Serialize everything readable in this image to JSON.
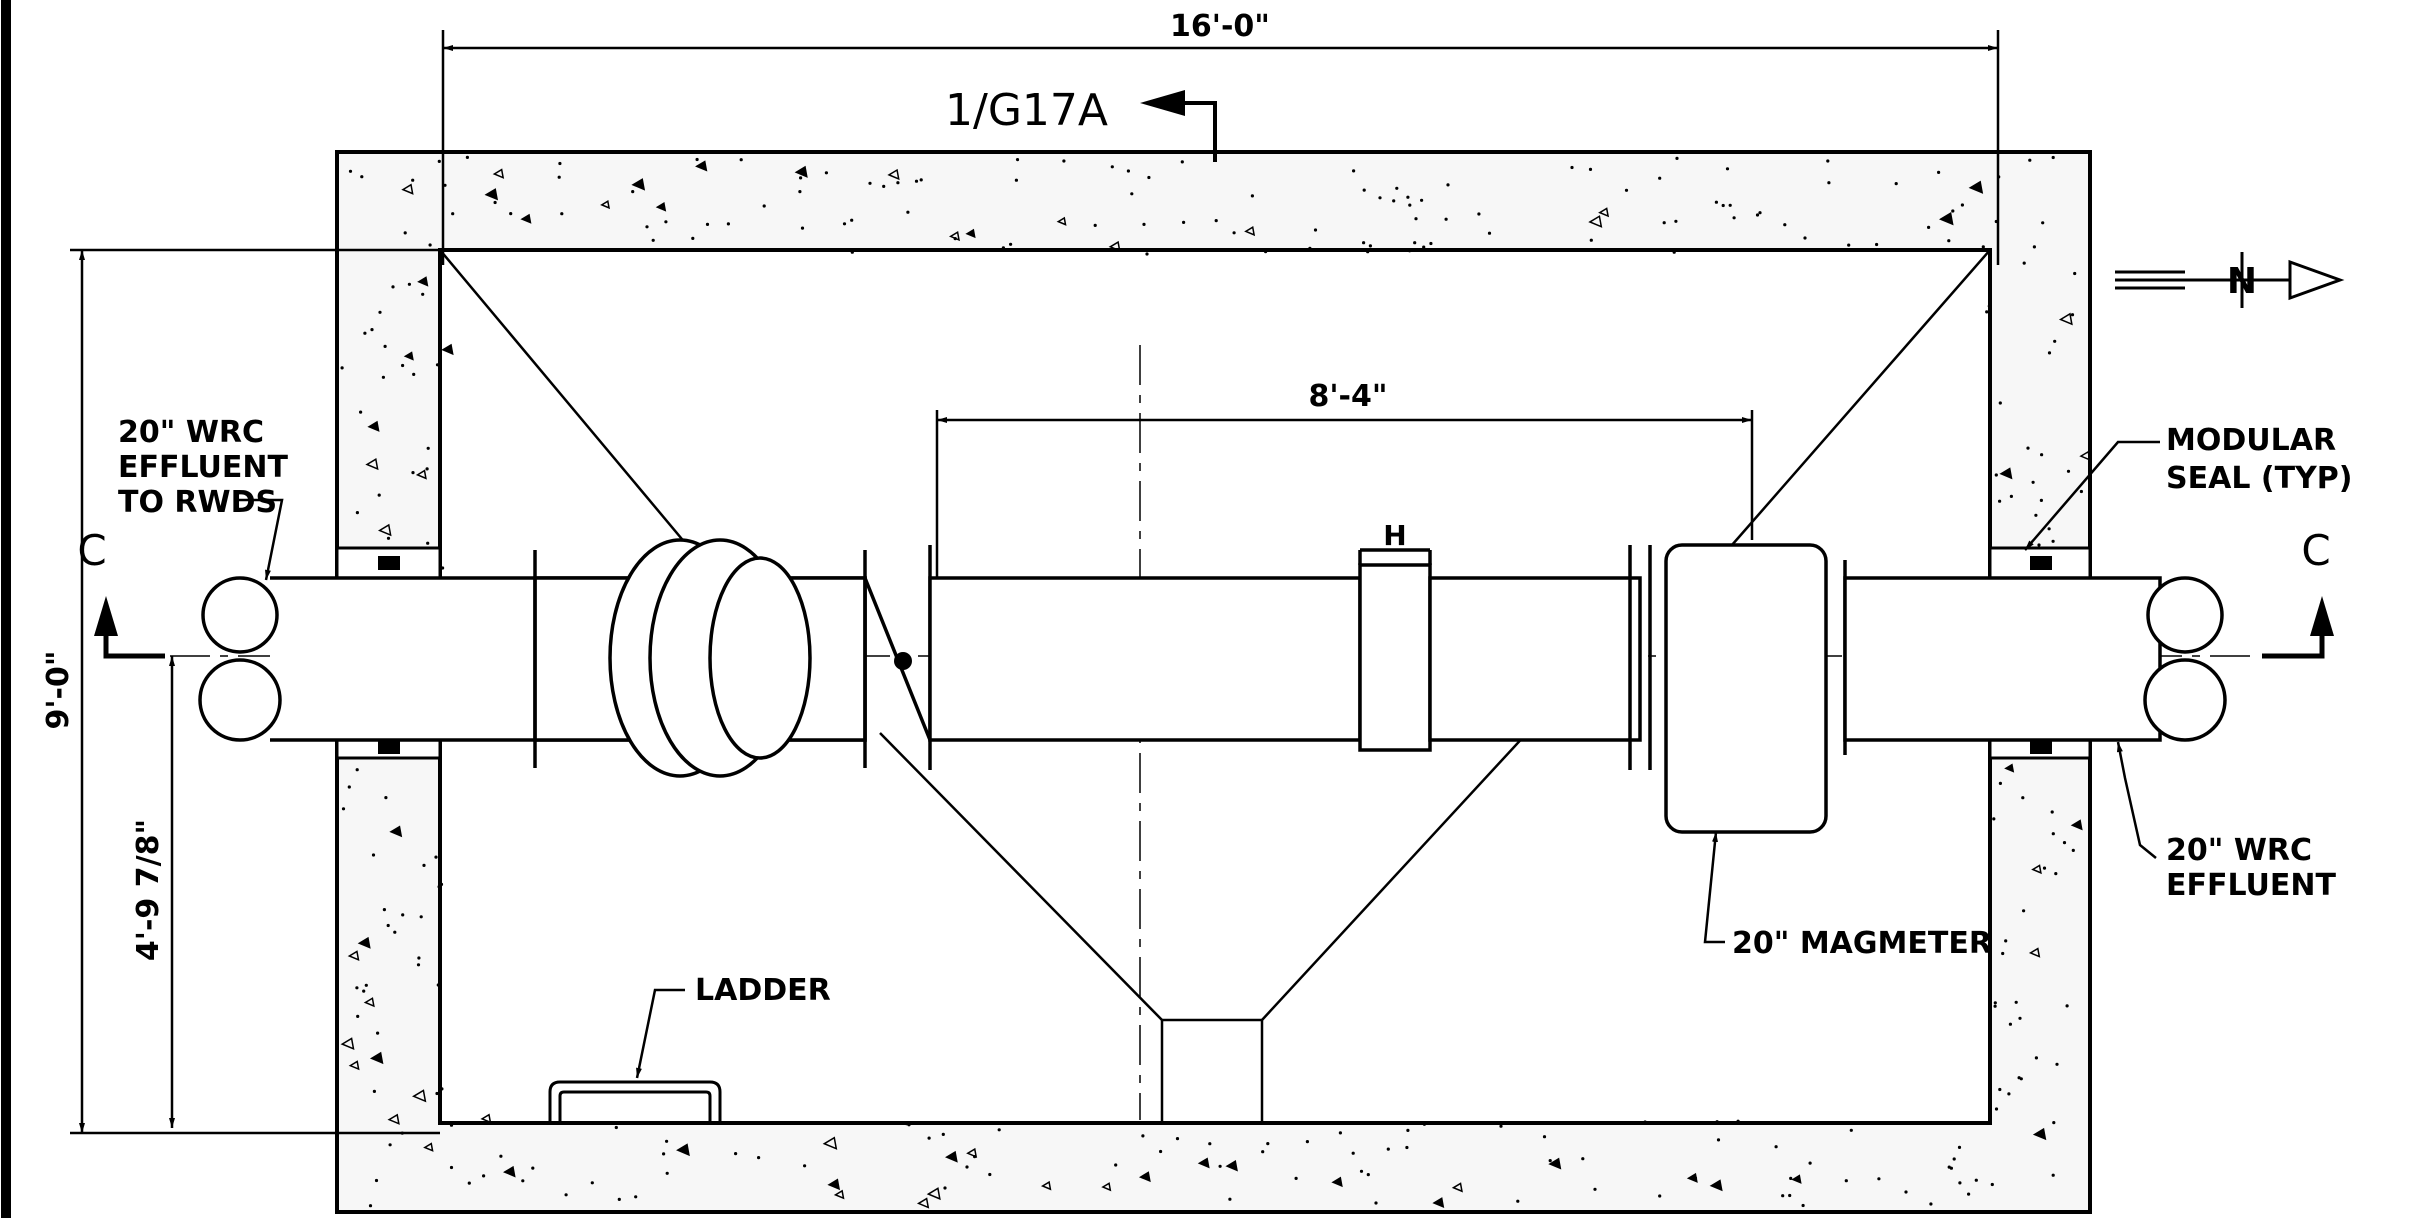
{
  "dimensions": {
    "overall_length": "16'-0\"",
    "meter_run": "8'-4\"",
    "vault_width": "9'-0\"",
    "pipe_centerline": "4'-9 7/8\""
  },
  "section_marks": {
    "reference": "1/G17A",
    "cut_left": "C",
    "cut_right": "C"
  },
  "callouts": {
    "inlet_line1": "20\" WRC",
    "inlet_line2": "EFFLUENT",
    "inlet_line3": "TO RWDS",
    "seal_line1": "MODULAR",
    "seal_line2": "SEAL (TYP)",
    "outlet_line1": "20\" WRC",
    "outlet_line2": "EFFLUENT",
    "magmeter": "20\" MAGMETER",
    "ladder": "LADDER",
    "coupling_tag": "H"
  },
  "north_arrow": {
    "letter": "N"
  },
  "colors": {
    "ink": "#000000",
    "paper": "#ffffff"
  }
}
